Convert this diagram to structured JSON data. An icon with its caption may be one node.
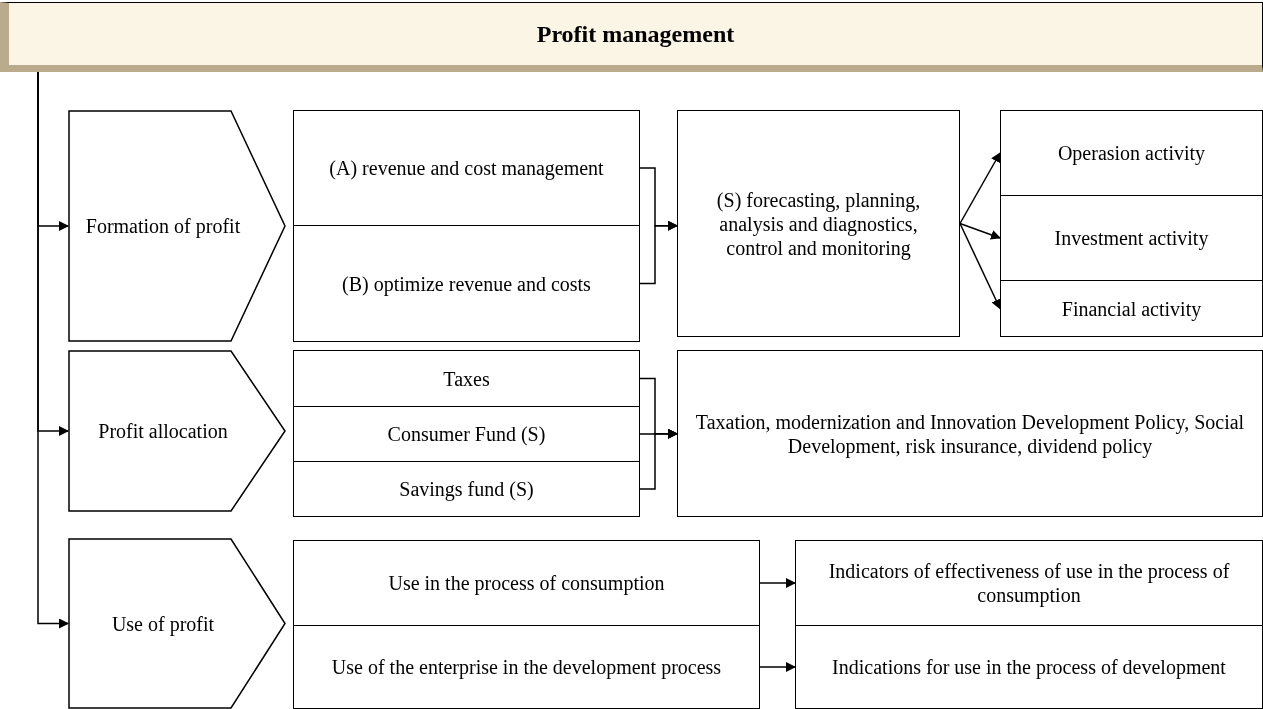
{
  "diagram": {
    "nodes": [
      {
        "text": [
          "Profit management"
        ]
      },
      {
        "text": [
          "Formation of profit"
        ]
      },
      {
        "text": [
          "(A) revenue and cost management"
        ]
      },
      {
        "text": [
          "(B) optimize revenue and costs"
        ]
      },
      {
        "text": [
          "(S) forecasting, planning, analysis and diagnostics, control and monitoring"
        ]
      },
      {
        "text": [
          "Operasion activity"
        ]
      },
      {
        "text": [
          "Investment activity"
        ]
      },
      {
        "text": [
          "Financial activity"
        ]
      },
      {
        "text": [
          "Profit allocation"
        ]
      },
      {
        "text": [
          "Taxes"
        ]
      },
      {
        "text": [
          "Consumer Fund (S)"
        ]
      },
      {
        "text": [
          "Savings fund (S)"
        ]
      },
      {
        "text": [
          "Taxation, modernization and Innovation Development Policy, Social Development, risk insurance, dividend policy"
        ]
      },
      {
        "text": [
          "Use of profit"
        ]
      },
      {
        "text": [
          "Use in the process of consumption"
        ]
      },
      {
        "text": [
          "Use of the enterprise in the development process"
        ]
      },
      {
        "text": [
          "Indicators of effectiveness of use in the process of consumption"
        ]
      },
      {
        "text": [
          "Indications for use in the process of development"
        ]
      }
    ],
    "edges": [
      {
        "from": 0,
        "to": 1,
        "arrow": "to"
      },
      {
        "from": 0,
        "to": 8,
        "arrow": "to"
      },
      {
        "from": 0,
        "to": 13,
        "arrow": "to"
      },
      {
        "from": 2,
        "to": 4,
        "arrow": "to"
      },
      {
        "from": 3,
        "to": 4,
        "arrow": "to"
      },
      {
        "from": 4,
        "to": 5,
        "arrow": "to"
      },
      {
        "from": 4,
        "to": 6,
        "arrow": "to"
      },
      {
        "from": 4,
        "to": 7,
        "arrow": "to"
      },
      {
        "from": 9,
        "to": 12,
        "arrow": "to"
      },
      {
        "from": 10,
        "to": 12,
        "arrow": "to"
      },
      {
        "from": 11,
        "to": 12,
        "arrow": "to"
      },
      {
        "from": 14,
        "to": 16,
        "arrow": "to"
      },
      {
        "from": 15,
        "to": 17,
        "arrow": "to"
      }
    ]
  }
}
